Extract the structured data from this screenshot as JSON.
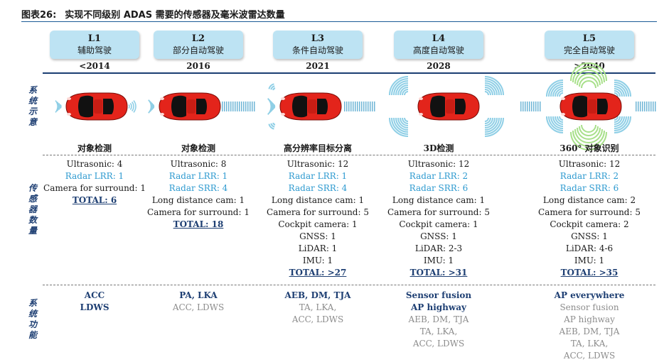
{
  "header": {
    "figure_no": "图表26:",
    "title": "实现不同级别 ADAS 需要的传感器及毫米波雷达数量"
  },
  "side_labels": {
    "system_diagram": "系统示意",
    "sensor_count": "传感器数量",
    "system_function": "系统功能"
  },
  "levels": [
    {
      "code": "L1",
      "name": "辅助驾驶",
      "year": "<2014",
      "caption": "对象检测",
      "sensors": [
        {
          "text": "Ultrasonic:  4",
          "style": "dark"
        },
        {
          "text": "Radar LRR:  1",
          "style": "blue"
        },
        {
          "text": "Camera for surround:  1",
          "style": "dark"
        }
      ],
      "total": "TOTAL: 6",
      "functions_main": [
        "ACC",
        "LDWS"
      ],
      "functions_sub": []
    },
    {
      "code": "L2",
      "name": "部分自动驾驶",
      "year": "2016",
      "caption": "对象检测",
      "sensors": [
        {
          "text": "Ultrasonic:  8",
          "style": "dark"
        },
        {
          "text": "Radar LRR:  1",
          "style": "blue"
        },
        {
          "text": "Radar SRR:  4",
          "style": "blue"
        },
        {
          "text": "Long distance cam:  1",
          "style": "dark"
        },
        {
          "text": "Camera for surround:  1",
          "style": "dark"
        }
      ],
      "total": "TOTAL: 18",
      "functions_main": [
        "PA, LKA"
      ],
      "functions_sub": [
        "ACC, LDWS"
      ]
    },
    {
      "code": "L3",
      "name": "条件自动驾驶",
      "year": "2021",
      "caption": "高分辨率目标分离",
      "sensors": [
        {
          "text": "Ultrasonic:  12",
          "style": "dark"
        },
        {
          "text": "Radar LRR:  1",
          "style": "blue"
        },
        {
          "text": "Radar SRR:  4",
          "style": "blue"
        },
        {
          "text": "Long distance cam:  1",
          "style": "dark"
        },
        {
          "text": "Camera for surround:  5",
          "style": "dark"
        },
        {
          "text": "Cockpit camera:  1",
          "style": "dark"
        },
        {
          "text": "GNSS:  1",
          "style": "dark"
        },
        {
          "text": "LiDAR:  1",
          "style": "dark"
        },
        {
          "text": "IMU:  1",
          "style": "dark"
        }
      ],
      "total": "TOTAL: >27",
      "functions_main": [
        "AEB, DM, TJA"
      ],
      "functions_sub": [
        "TA, LKA,",
        "ACC, LDWS"
      ]
    },
    {
      "code": "L4",
      "name": "高度自动驾驶",
      "year": "2028",
      "caption": "3D检测",
      "sensors": [
        {
          "text": "Ultrasonic:  12",
          "style": "dark"
        },
        {
          "text": "Radar LRR:  2",
          "style": "blue"
        },
        {
          "text": "Radar SRR:  6",
          "style": "blue"
        },
        {
          "text": "Long distance cam:  1",
          "style": "dark"
        },
        {
          "text": "Camera for surround:  5",
          "style": "dark"
        },
        {
          "text": "Cockpit camera:  1",
          "style": "dark"
        },
        {
          "text": "GNSS:  1",
          "style": "dark"
        },
        {
          "text": "LiDAR:  2-3",
          "style": "dark"
        },
        {
          "text": "IMU:  1",
          "style": "dark"
        }
      ],
      "total": "TOTAL: >31",
      "functions_main": [
        "Sensor fusion",
        "AP highway"
      ],
      "functions_sub": [
        "AEB, DM, TJA",
        "TA, LKA,",
        "ACC, LDWS"
      ]
    },
    {
      "code": "L5",
      "name": "完全自动驾驶",
      "year": ">2040",
      "caption": "360° 对象识别",
      "sensors": [
        {
          "text": "Ultrasonic:  12",
          "style": "dark"
        },
        {
          "text": "Radar LRR:  2",
          "style": "blue"
        },
        {
          "text": "Radar SRR:  6",
          "style": "blue"
        },
        {
          "text": "Long distance cam:  2",
          "style": "dark"
        },
        {
          "text": "Camera for surround:  5",
          "style": "dark"
        },
        {
          "text": "Cockpit camera:  2",
          "style": "dark"
        },
        {
          "text": "GNSS:  1",
          "style": "dark"
        },
        {
          "text": "LiDAR:  4-6",
          "style": "dark"
        },
        {
          "text": "IMU:  1",
          "style": "dark"
        }
      ],
      "total": "TOTAL: >35",
      "functions_main": [
        "AP everywhere"
      ],
      "functions_sub": [
        "Sensor fusion",
        "AP highway",
        "AEB, DM, TJA",
        "TA, LKA,",
        "ACC, LDWS"
      ]
    }
  ],
  "colors": {
    "car_body": "#e3241b",
    "wave": "#8fcfe6",
    "lidar_wave": "#a8e08a",
    "accent_dark": "#1e3f73",
    "sensor_blue": "#2e9ad0",
    "box_bg": "#bde3f3"
  }
}
